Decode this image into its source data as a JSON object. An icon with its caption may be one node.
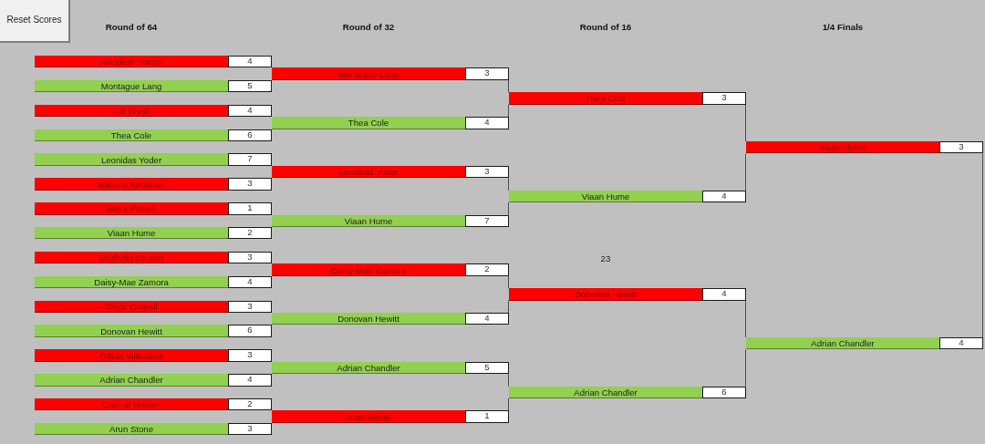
{
  "diagram": {
    "nodes": [
      {
        "text": [
          "Nikodem Horton",
          "4"
        ]
      },
      {
        "text": [
          "Montague Lang",
          "5"
        ]
      },
      {
        "text": [
          "Jak Wyatt",
          "4"
        ]
      },
      {
        "text": [
          "Thea Cole",
          "6"
        ]
      },
      {
        "text": [
          "Leonidas Yoder",
          "7"
        ]
      },
      {
        "text": [
          "Mikayla Kaufman",
          "3"
        ]
      },
      {
        "text": [
          "Maya Patrick",
          "1"
        ]
      },
      {
        "text": [
          "Viaan Hume",
          "2"
        ]
      },
      {
        "text": [
          "Gruffydd Church",
          "3"
        ]
      },
      {
        "text": [
          "Daisy-Mae Zamora",
          "4"
        ]
      },
      {
        "text": [
          "Shyla Cottrell",
          "3"
        ]
      },
      {
        "text": [
          "Donovan Hewitt",
          "6"
        ]
      },
      {
        "text": [
          "Gillian Villalobos",
          "3"
        ]
      },
      {
        "text": [
          "Adrian Chandler",
          "4"
        ]
      },
      {
        "text": [
          "Corrina Holden",
          "2"
        ]
      },
      {
        "text": [
          "Arun Stone",
          "3"
        ]
      },
      {
        "text": [
          "Montague Lang",
          "3"
        ]
      },
      {
        "text": [
          "Thea Cole",
          "4"
        ]
      },
      {
        "text": [
          "Leonidas Yoder",
          "3"
        ]
      },
      {
        "text": [
          "Viaan Hume",
          "7"
        ]
      },
      {
        "text": [
          "Daisy-Mae Zamora",
          "2"
        ]
      },
      {
        "text": [
          "Donovan Hewitt",
          "4"
        ]
      },
      {
        "text": [
          "Adrian Chandler",
          "5"
        ]
      },
      {
        "text": [
          "Arun Stone",
          "1"
        ]
      },
      {
        "text": [
          "Thea Cole",
          "3"
        ]
      },
      {
        "text": [
          "Viaan Hume",
          "4"
        ]
      },
      {
        "text": [
          "Donovan Hewitt",
          "4"
        ]
      },
      {
        "text": [
          "Adrian Chandler",
          "6"
        ]
      },
      {
        "text": [
          "Viaan Hume",
          "3"
        ]
      },
      {
        "text": [
          "Adrian Chandler",
          "4"
        ]
      }
    ],
    "edges": [
      {
        "from": 16,
        "to": 24,
        "arrow": "none"
      },
      {
        "from": 17,
        "to": 24,
        "arrow": "none"
      },
      {
        "from": 18,
        "to": 25,
        "arrow": "none"
      },
      {
        "from": 19,
        "to": 25,
        "arrow": "none"
      },
      {
        "from": 20,
        "to": 26,
        "arrow": "none"
      },
      {
        "from": 21,
        "to": 26,
        "arrow": "none"
      },
      {
        "from": 22,
        "to": 27,
        "arrow": "none"
      },
      {
        "from": 23,
        "to": 27,
        "arrow": "none"
      },
      {
        "from": 24,
        "to": 28,
        "arrow": "none"
      },
      {
        "from": 25,
        "to": 28,
        "arrow": "none"
      },
      {
        "from": 26,
        "to": 29,
        "arrow": "none"
      },
      {
        "from": 27,
        "to": 29,
        "arrow": "none"
      },
      {
        "from": 28,
        "to": 29,
        "arrow": "none"
      }
    ],
    "labels": [
      "Reset Scores",
      "Round of 64",
      "Round of 32",
      "Round of 16",
      "1/4 Finals",
      "23"
    ]
  }
}
